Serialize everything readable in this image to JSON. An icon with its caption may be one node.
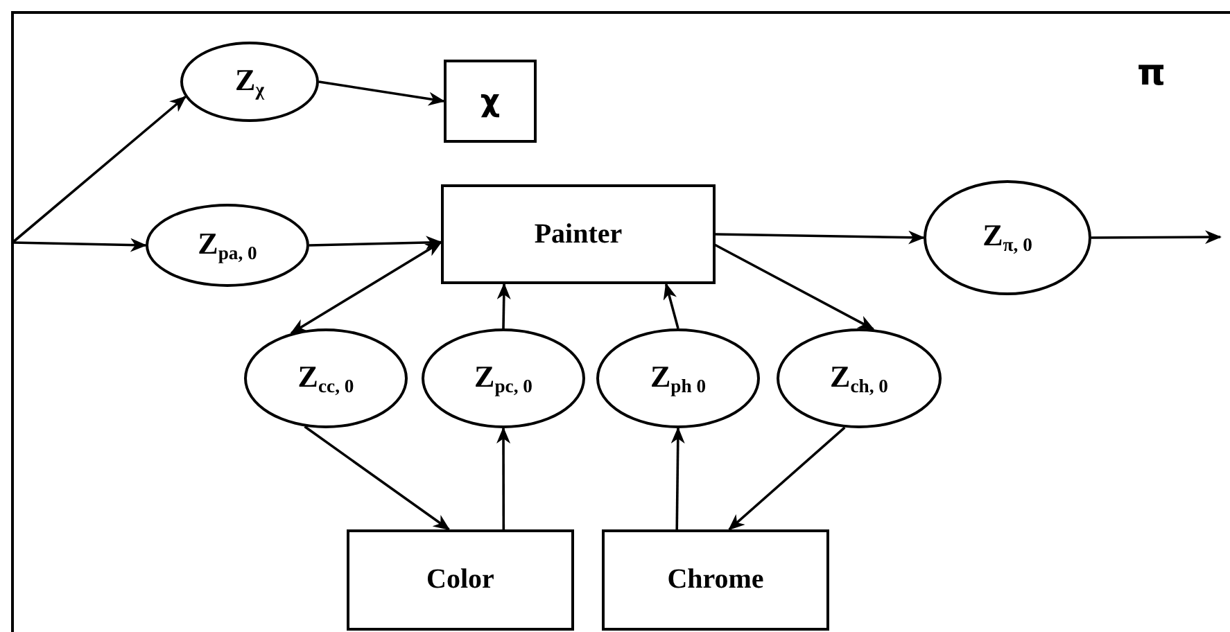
{
  "diagram": {
    "nodes": [
      {
        "text": [
          "Z$_{χ}$"
        ]
      },
      {
        "text": [
          "χ"
        ]
      },
      {
        "text": [
          "Z$_{pa, 0}$"
        ]
      },
      {
        "text": [
          "Painter"
        ]
      },
      {
        "text": [
          "Z$_{π, 0}$"
        ]
      },
      {
        "text": [
          "Z$_{cc, 0}$"
        ]
      },
      {
        "text": [
          "Z$_{pc, 0}$"
        ]
      },
      {
        "text": [
          "Z$_{ph 0}$"
        ]
      },
      {
        "text": [
          "Z$_{ch, 0}$"
        ]
      },
      {
        "text": [
          "Color"
        ]
      },
      {
        "text": [
          "Chrome"
        ]
      }
    ],
    "edges": [
      {
        "from": null,
        "to": 0,
        "arrow": "to"
      },
      {
        "from": null,
        "to": 2,
        "arrow": "to"
      },
      {
        "from": 0,
        "to": 1,
        "arrow": "to"
      },
      {
        "from": 2,
        "to": 3,
        "arrow": "to"
      },
      {
        "from": 3,
        "to": 5,
        "arrow": "both"
      },
      {
        "from": 6,
        "to": 3,
        "arrow": "to"
      },
      {
        "from": 7,
        "to": 3,
        "arrow": "to"
      },
      {
        "from": 3,
        "to": 8,
        "arrow": "to"
      },
      {
        "from": 3,
        "to": 4,
        "arrow": "to"
      },
      {
        "from": 4,
        "to": null,
        "arrow": "to"
      },
      {
        "from": 5,
        "to": 9,
        "arrow": "to"
      },
      {
        "from": 9,
        "to": 6,
        "arrow": "to"
      },
      {
        "from": 10,
        "to": 7,
        "arrow": "to"
      },
      {
        "from": 8,
        "to": 10,
        "arrow": "to"
      }
    ],
    "labels": [
      "π"
    ]
  }
}
